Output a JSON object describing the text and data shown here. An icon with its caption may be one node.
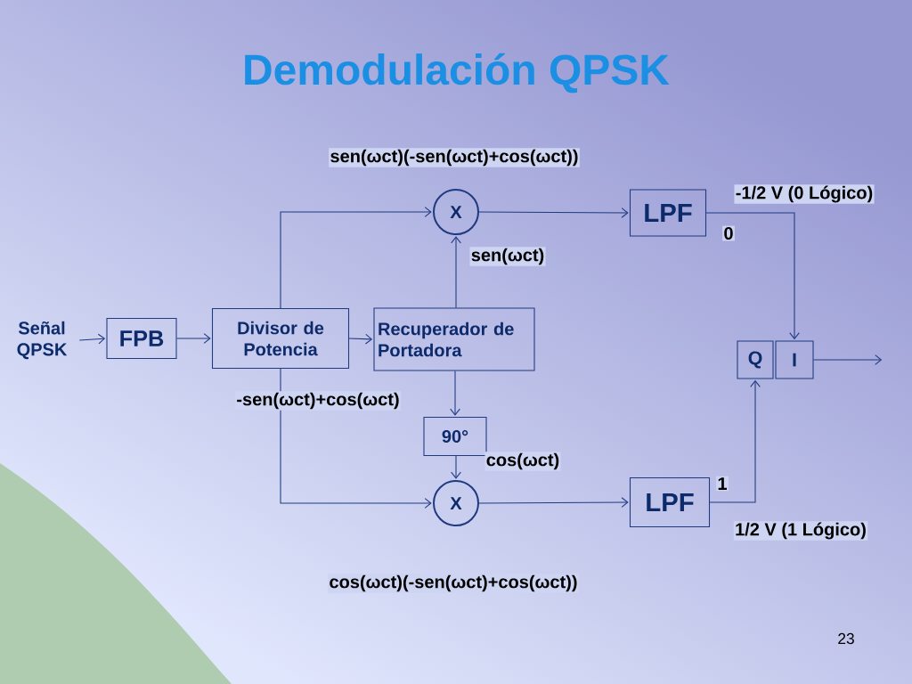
{
  "diagram": {
    "title": "Demodulación QPSK",
    "nodes": [
      {
        "text": [
          "Señal QPSK"
        ]
      },
      {
        "text": [
          "FPB"
        ]
      },
      {
        "text": [
          "Divisor de Potencia"
        ]
      },
      {
        "text": [
          "Recuperador de Portadora"
        ]
      },
      {
        "text": [
          "X"
        ]
      },
      {
        "text": [
          "X"
        ]
      },
      {
        "text": [
          "90°"
        ]
      },
      {
        "text": [
          "LPF"
        ]
      },
      {
        "text": [
          "LPF"
        ]
      },
      {
        "text": [
          "Q"
        ]
      },
      {
        "text": [
          "I"
        ]
      }
    ],
    "edges": [
      {
        "from": 0,
        "to": 1,
        "arrow": "to"
      },
      {
        "from": 1,
        "to": 2,
        "arrow": "to"
      },
      {
        "from": 2,
        "to": 3,
        "arrow": "to"
      },
      {
        "from": 2,
        "to": 4,
        "arrow": "to"
      },
      {
        "from": 2,
        "to": 5,
        "arrow": "to"
      },
      {
        "from": 3,
        "to": 4,
        "arrow": "to"
      },
      {
        "from": 3,
        "to": 6,
        "arrow": "to"
      },
      {
        "from": 6,
        "to": 5,
        "arrow": "to"
      },
      {
        "from": 4,
        "to": 7,
        "arrow": "to"
      },
      {
        "from": 5,
        "to": 8,
        "arrow": "to"
      },
      {
        "from": 7,
        "to": 10,
        "arrow": "to"
      },
      {
        "from": 8,
        "to": 9,
        "arrow": "to"
      },
      {
        "from": 10,
        "to": null,
        "arrow": "to"
      }
    ],
    "labels": [
      "sen(ωct)(-sen(ωct)+cos(ωct))",
      "-1/2 V (0 Lógico)",
      "0",
      "sen(ωct)",
      "-sen(ωct)+cos(ωct)",
      "cos(ωct)",
      "1",
      "1/2 V (1 Lógico)",
      "cos(ωct)(-sen(ωct)+cos(ωct))",
      "23"
    ]
  }
}
